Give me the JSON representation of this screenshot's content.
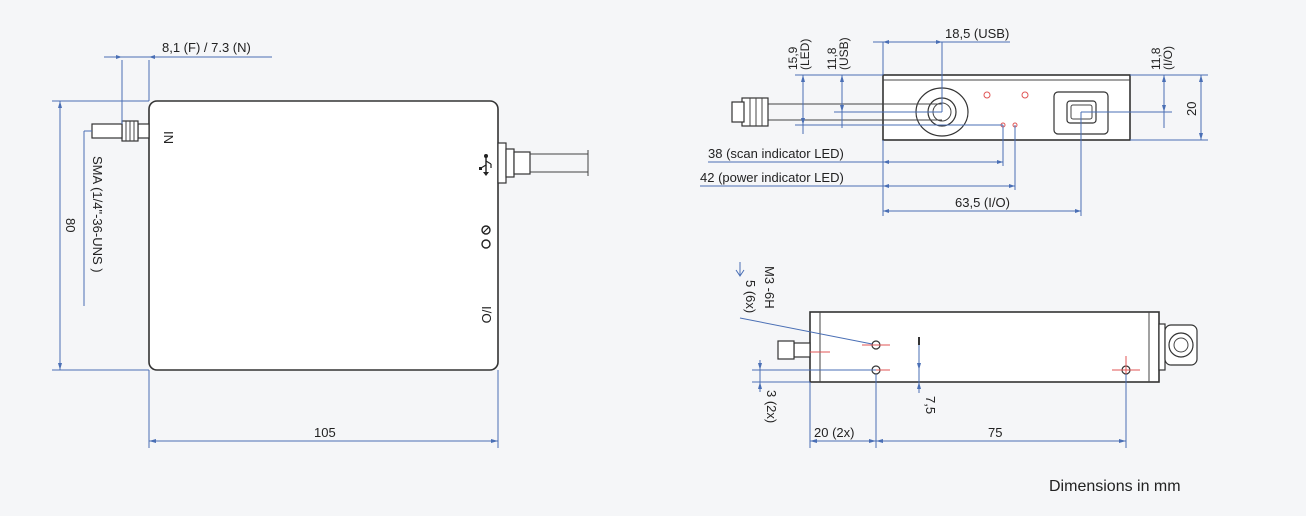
{
  "top_view": {
    "dim_connector_offset": "8,1 (F) / 7.3 (N)",
    "dim_height": "80",
    "dim_width": "105",
    "label_connector_thread": "SMA (1/4\"-36-UNS )",
    "port_in": "IN",
    "port_io": "I/O"
  },
  "side_view": {
    "dim_usb_position": "18,5 (USB)",
    "dim_led_height": "15,9",
    "dim_led_height_sub": "(LED)",
    "dim_usb_height": "11,8",
    "dim_usb_height_sub": "(USB)",
    "dim_io_height": "11,8",
    "dim_io_height_sub": "(I/O)",
    "dim_thickness": "20",
    "dim_scan_led": "38 (scan indicator LED)",
    "dim_power_led": "42 (power indicator LED)",
    "dim_io_position": "63,5 (I/O)"
  },
  "bottom_view": {
    "thread_spec": "M3 -6H",
    "thread_depth": "5 (6x)",
    "dim_edge_offset": "3 (2x)",
    "dim_hole_offset": "20 (2x)",
    "dim_hole_depth": "7,5",
    "dim_hole_spacing": "75"
  },
  "footer": {
    "note": "Dimensions in mm"
  },
  "colors": {
    "dimension_line": "#4a6fb5",
    "center_line": "#e05555",
    "outline": "#333333",
    "background": "#f5f6f8"
  }
}
